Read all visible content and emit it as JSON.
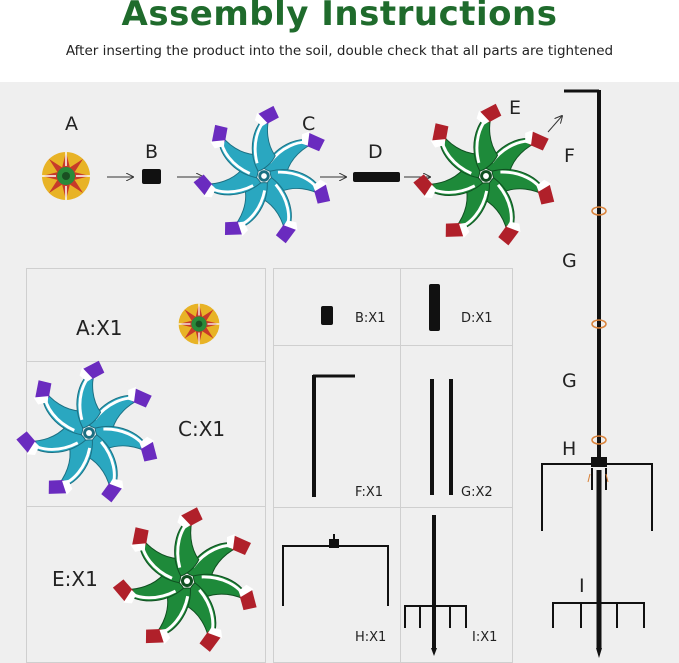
{
  "header": {
    "title": "Assembly Instructions",
    "subtitle": "After inserting the product into the soil, double check that all parts are tightened"
  },
  "assembly_labels": {
    "a": "A",
    "b": "B",
    "c": "C",
    "d": "D",
    "e": "E",
    "f": "F",
    "g1": "G",
    "g2": "G",
    "h": "H",
    "i": "I"
  },
  "parts": {
    "a": "A:X1",
    "b": "B:X1",
    "c": "C:X1",
    "d": "D:X1",
    "e": "E:X1",
    "f": "F:X1",
    "g": "G:X2",
    "h": "H:X1",
    "i": "I:X1"
  },
  "colors": {
    "title_green": "#1f6b2c",
    "pinwheel_c_blue": "#2aa7c0",
    "pinwheel_c_purple": "#6a2bbf",
    "pinwheel_e_green": "#1e8a3a",
    "pinwheel_e_red": "#b0202a",
    "pole": "#111111",
    "ring_orange": "#d9823a"
  },
  "icons": [
    "small-flower-pinwheel-icon",
    "blue-pinwheel-icon",
    "green-pinwheel-icon",
    "arrow-icon"
  ]
}
